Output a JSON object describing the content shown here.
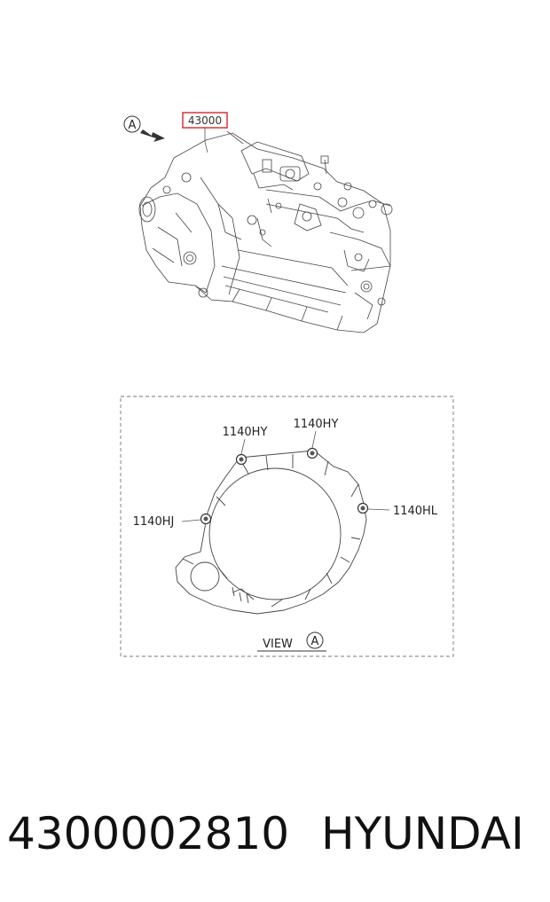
{
  "diagram": {
    "view_marker": "A",
    "main_part_label": "43000",
    "bolt_labels": {
      "top_left": "1140HY",
      "top_right": "1140HY",
      "left": "1140HJ",
      "right": "1140HL"
    },
    "view_caption": "VIEW",
    "view_caption_marker": "A",
    "colors": {
      "highlight_box": "#d9262c",
      "line": "#555555",
      "dash": "#777777"
    }
  },
  "footer": {
    "part_number": "4300002810",
    "brand": "HYUNDAI"
  }
}
